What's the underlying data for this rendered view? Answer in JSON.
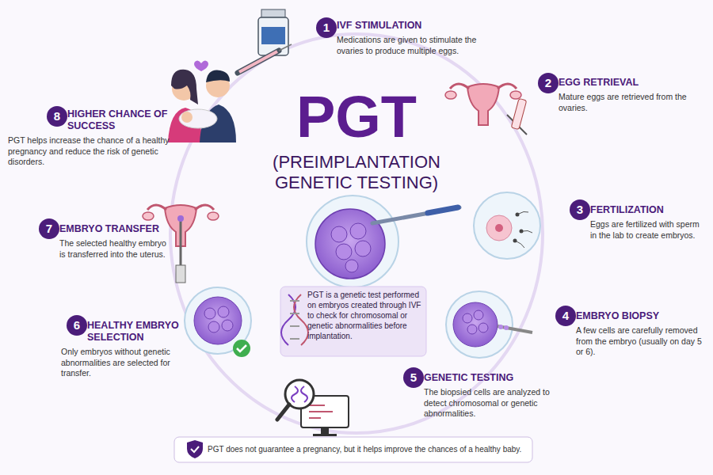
{
  "diagram": {
    "title": "PGT",
    "nodes": [
      {
        "text": [
          "IVF STIMULATION",
          "Medications are given to stimulate the ovaries to produce multiple eggs."
        ]
      },
      {
        "text": [
          "EGG RETRIEVAL",
          "Mature eggs are retrieved from the ovaries."
        ]
      },
      {
        "text": [
          "FERTILIZATION",
          "Eggs are fertilized with sperm in the lab to create embryos."
        ]
      },
      {
        "text": [
          "EMBRYO BIOPSY",
          "A few cells are carefully removed from the embryo (usually on day 5 or 6)."
        ]
      },
      {
        "text": [
          "GENETIC TESTING",
          "The biopsied cells are analyzed to detect chromosomal or genetic abnormalities."
        ]
      },
      {
        "text": [
          "HEALTHY EMBRYO SELECTION",
          "Only embryos without genetic abnormalities are selected for transfer."
        ]
      },
      {
        "text": [
          "EMBRYO TRANSFER",
          "The selected healthy embryo is transferred into the uterus."
        ]
      },
      {
        "text": [
          "HIGHER CHANCE OF SUCCESS",
          "PGT helps increase the chance of a healthy pregnancy and reduce the risk of genetic disorders."
        ]
      },
      {
        "text": [
          "PGT is a genetic test performed on embryos created through IVF to check for chromosomal or genetic abnormalities before implantation."
        ]
      },
      {
        "text": [
          "PGT does not guarantee a pregnancy, but it helps improve the chances of a healthy baby."
        ]
      }
    ],
    "labels": [
      "(PREIMPLANTATION GENETIC TESTING)",
      "1",
      "2",
      "3",
      "4",
      "5",
      "6",
      "7",
      "8"
    ]
  }
}
